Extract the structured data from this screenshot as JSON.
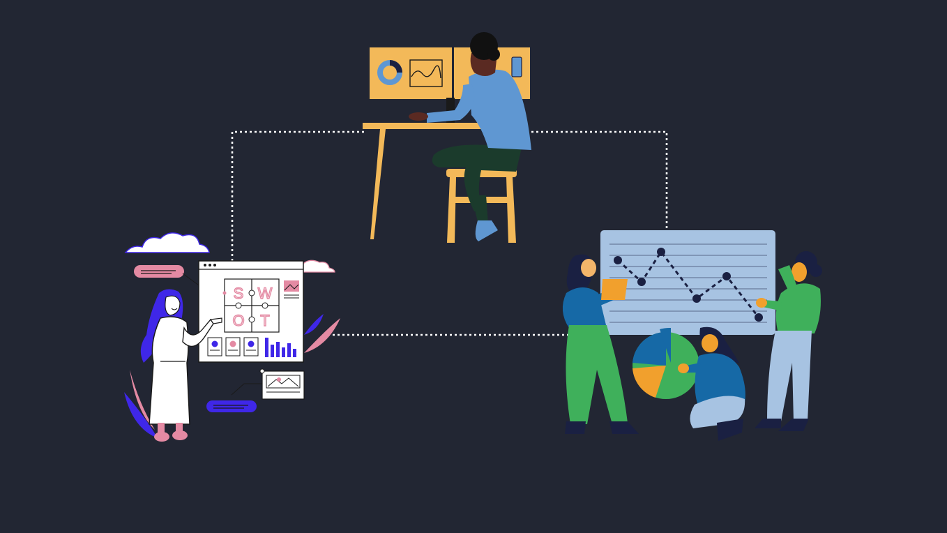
{
  "canvas": {
    "background": "#222633"
  },
  "palette": {
    "mustard": "#f3b959",
    "shirt_blue": "#5f97d2",
    "deep_blue": "#1669a6",
    "navy": "#1a2042",
    "dark_green": "#1b3b2c",
    "green": "#3fb05b",
    "light_blue": "#a7c3e2",
    "violet": "#3f27e8",
    "pink": "#e48aa3",
    "orange": "#f1a02d",
    "white": "#ffffff",
    "skin_dark": "#5a2a22",
    "skin_light": "#f3b56a"
  },
  "swot": {
    "s": "S",
    "w": "W",
    "o": "O",
    "t": "T"
  },
  "scenes": {
    "analyst": {
      "icons": [
        "donut-chart-icon",
        "line-chart-icon",
        "phone-icon"
      ]
    },
    "presenter": {
      "icons": [
        "swot-puzzle-board",
        "image-card-icon",
        "bar-chart-icon",
        "cloud-icon"
      ]
    },
    "team": {
      "icons": [
        "line-chart-board",
        "pie-chart-icon",
        "folder-icon"
      ]
    }
  },
  "connector": {
    "style": "dotted",
    "color": "#ffffff"
  }
}
